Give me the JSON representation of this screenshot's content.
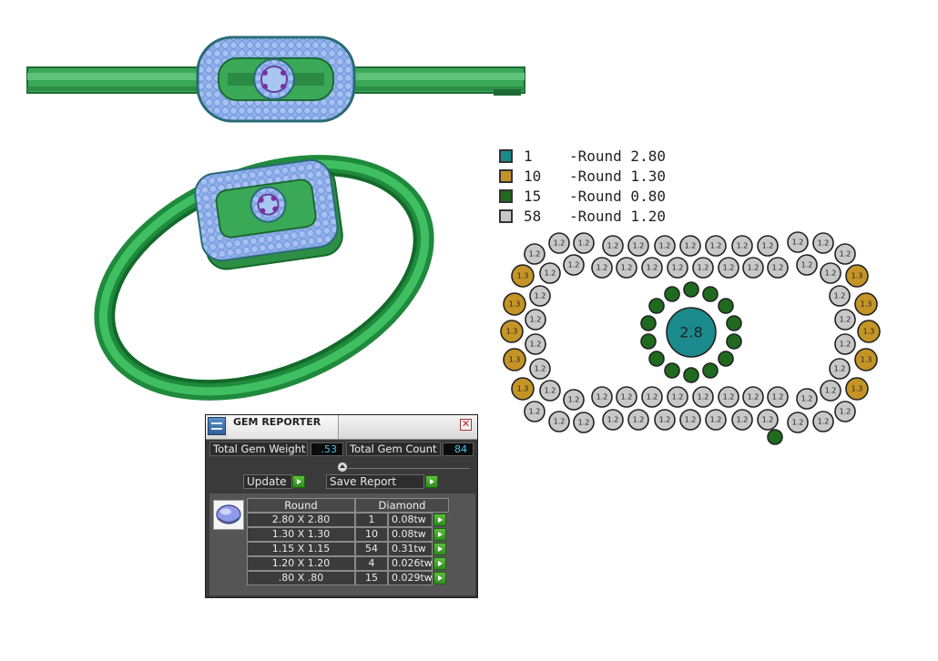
{
  "legend": [
    {
      "color": "#1b8a8c",
      "count": "1",
      "label": "-Round 2.80"
    },
    {
      "color": "#c49426",
      "count": "10",
      "label": "-Round 1.30"
    },
    {
      "color": "#1f6a1f",
      "count": "15",
      "label": "-Round 0.80"
    },
    {
      "color": "#c8c8c8",
      "count": "58",
      "label": "-Round 1.20"
    }
  ],
  "diagram": {
    "center_label": "2.8",
    "gold_label": "1.3",
    "gray_label": "1.2",
    "colors": {
      "teal": "#1b8a8c",
      "gold": "#c49426",
      "green": "#1f6a1f",
      "gray": "#c8c8c8"
    }
  },
  "gem_reporter": {
    "title": "GEM REPORTER",
    "close_glyph": "✕",
    "total_weight_label": "Total Gem Weight",
    "total_weight_value": ".53",
    "total_count_label": "Total Gem Count",
    "total_count_value": "84",
    "update_label": "Update",
    "save_report_label": "Save Report",
    "table": {
      "headers": [
        "Round",
        "Diamond"
      ],
      "rows": [
        {
          "size": "2.80 X 2.80",
          "count": "1",
          "weight": "0.08tw"
        },
        {
          "size": "1.30 X 1.30",
          "count": "10",
          "weight": "0.08tw"
        },
        {
          "size": "1.15 X 1.15",
          "count": "54",
          "weight": "0.31tw"
        },
        {
          "size": "1.20 X 1.20",
          "count": "4",
          "weight": "0.026tw"
        },
        {
          "size": ".80 X .80",
          "count": "15",
          "weight": "0.029tw"
        }
      ]
    }
  }
}
